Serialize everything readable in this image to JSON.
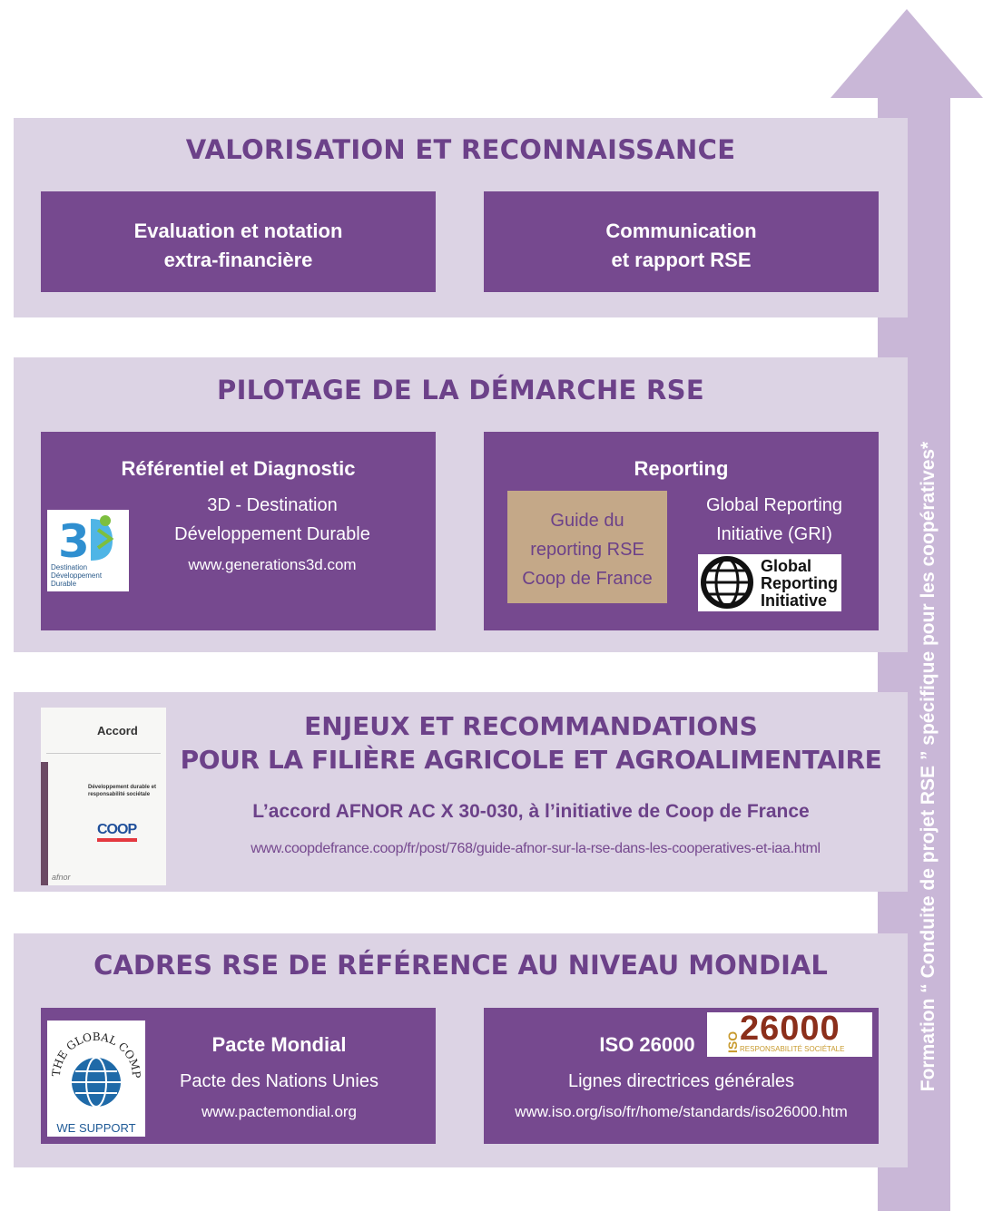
{
  "colors": {
    "band": "#dcd3e4",
    "box": "#76498f",
    "title": "#6c4189",
    "arrow": "#c9b7d7",
    "guide": "#c4a888"
  },
  "arrow": {
    "label": "Formation “ Conduite de projet RSE ” spécifique pour les coopératives*"
  },
  "valorisation": {
    "title": "VALORISATION ET RECONNAISSANCE",
    "left": {
      "line1": "Evaluation et notation",
      "line2": "extra-financière"
    },
    "right": {
      "line1": "Communication",
      "line2": "et rapport RSE"
    }
  },
  "pilotage": {
    "title": "PILOTAGE DE LA DÉMARCHE RSE",
    "referentiel": {
      "title": "Référentiel et Diagnostic",
      "line1": "3D - Destination",
      "line2": "Développement Durable",
      "url": "www.generations3d.com",
      "logo_lines": [
        "Destination",
        "Développement",
        "Durable"
      ]
    },
    "reporting": {
      "title": "Reporting",
      "guide": [
        "Guide du",
        "reporting RSE",
        "Coop de France"
      ],
      "gri1": "Global Reporting",
      "gri2": "Initiative (GRI)",
      "gri_logo": [
        "Global",
        "Reporting",
        "Initiative"
      ]
    }
  },
  "enjeux": {
    "title1": "ENJEUX ET RECOMMANDATIONS",
    "title2": "POUR LA FILIÈRE AGRICOLE ET AGROALIMENTAIRE",
    "subtitle": "L’accord AFNOR AC X 30-030, à l’initiative de Coop de France",
    "url": "www.coopdefrance.coop/fr/post/768/guide-afnor-sur-la-rse-dans-les-cooperatives-et-iaa.html",
    "doc": {
      "header": "Accord",
      "title": "Développement durable et responsabilité sociétale",
      "coop": "COOP",
      "footer": "afnor"
    }
  },
  "cadres": {
    "title": "CADRES RSE DE RÉFÉRENCE AU NIVEAU MONDIAL",
    "pacte": {
      "title": "Pacte Mondial",
      "line1": "Pacte des Nations Unies",
      "url": "www.pactemondial.org",
      "logo_arc": "THE GLOBAL COMPACT",
      "logo_bottom": "WE SUPPORT"
    },
    "iso": {
      "title": "ISO 26000",
      "line1": "Lignes directrices générales",
      "url": "www.iso.org/iso/fr/home/standards/iso26000.htm",
      "logo_num": "26000",
      "logo_iso": "ISO",
      "logo_sub": "RESPONSABILITÉ SOCIÉTALE"
    }
  }
}
